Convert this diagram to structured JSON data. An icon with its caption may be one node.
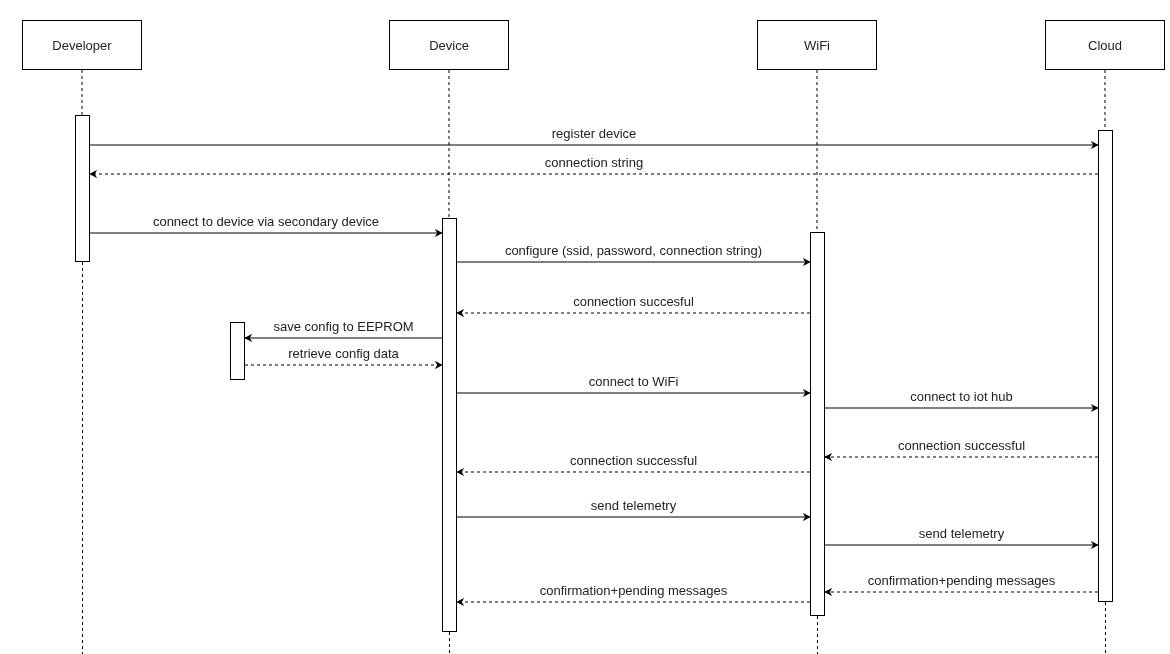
{
  "diagram": {
    "nodes": [
      {
        "text": [
          "Developer"
        ]
      },
      {
        "text": [
          "Device"
        ]
      },
      {
        "text": [
          "WiFi"
        ]
      },
      {
        "text": [
          "Cloud"
        ]
      },
      {
        "text": [],
        "shape": "bar"
      },
      {
        "text": [],
        "shape": "bar"
      },
      {
        "text": [],
        "shape": "bar"
      },
      {
        "text": [],
        "shape": "bar"
      },
      {
        "text": [],
        "shape": "bar"
      }
    ],
    "edges": [
      {
        "from": 0,
        "to": 4,
        "arrow": "none",
        "style": "dashed"
      },
      {
        "from": 1,
        "to": 6,
        "arrow": "none",
        "style": "dashed"
      },
      {
        "from": 2,
        "to": 7,
        "arrow": "none",
        "style": "dashed"
      },
      {
        "from": 3,
        "to": 8,
        "arrow": "none",
        "style": "dashed"
      },
      {
        "from": 4,
        "to": 8,
        "arrow": "to",
        "label": "register device"
      },
      {
        "from": 8,
        "to": 4,
        "arrow": "to",
        "label": "connection string",
        "style": "dashed"
      },
      {
        "from": 4,
        "to": 6,
        "arrow": "to",
        "label": "connect to device via secondary device"
      },
      {
        "from": 6,
        "to": 7,
        "arrow": "to",
        "label": "configure (ssid, password, connection string)"
      },
      {
        "from": 7,
        "to": 6,
        "arrow": "to",
        "label": "connection succesful",
        "style": "dashed"
      },
      {
        "from": 6,
        "to": 5,
        "arrow": "to",
        "label": "save config to EEPROM"
      },
      {
        "from": 5,
        "to": 6,
        "arrow": "to",
        "label": "retrieve config data",
        "style": "dashed"
      },
      {
        "from": 6,
        "to": 7,
        "arrow": "to",
        "label": "connect to WiFi"
      },
      {
        "from": 7,
        "to": 8,
        "arrow": "to",
        "label": "connect to iot hub"
      },
      {
        "from": 8,
        "to": 7,
        "arrow": "to",
        "label": "connection successful",
        "style": "dashed"
      },
      {
        "from": 7,
        "to": 6,
        "arrow": "to",
        "label": "connection successful",
        "style": "dashed"
      },
      {
        "from": 6,
        "to": 7,
        "arrow": "to",
        "label": "send telemetry"
      },
      {
        "from": 7,
        "to": 8,
        "arrow": "to",
        "label": "send telemetry"
      },
      {
        "from": 8,
        "to": 7,
        "arrow": "to",
        "label": "confirmation+pending messages",
        "style": "dashed"
      },
      {
        "from": 7,
        "to": 6,
        "arrow": "to",
        "label": "confirmation+pending messages",
        "style": "dashed"
      }
    ]
  }
}
